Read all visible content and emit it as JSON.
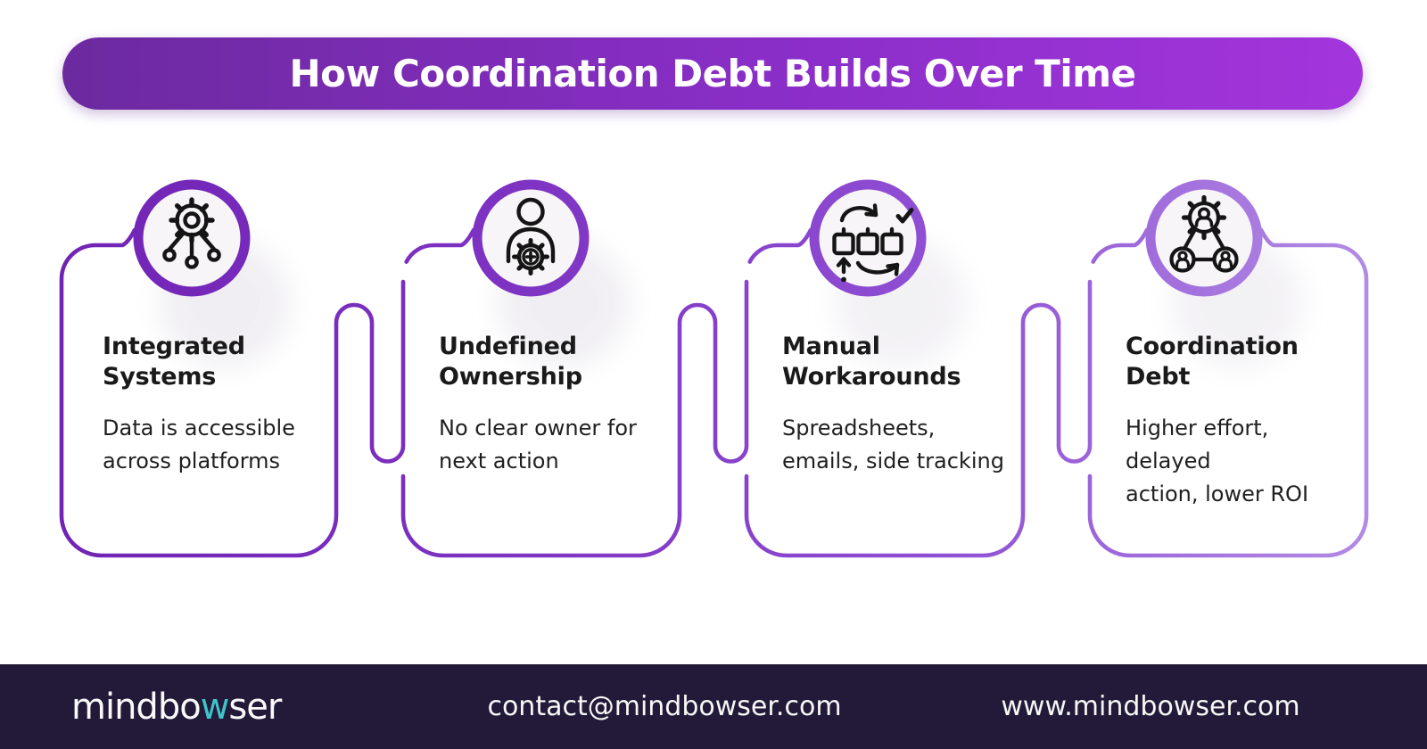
{
  "header": {
    "title": "How Coordination Debt Builds Over Time"
  },
  "cards": [
    {
      "icon": "gear-network-icon",
      "title_lines": [
        "Integrated",
        "Systems"
      ],
      "desc_lines": [
        "Data is accessible",
        "across platforms"
      ]
    },
    {
      "icon": "user-gear-plus-icon",
      "title_lines": [
        "Undefined",
        "Ownership"
      ],
      "desc_lines": [
        "No clear owner for",
        "next action"
      ]
    },
    {
      "icon": "process-loop-icon",
      "title_lines": [
        "Manual",
        "Workarounds"
      ],
      "desc_lines": [
        "Spreadsheets,",
        "emails, side tracking"
      ]
    },
    {
      "icon": "team-gear-icon",
      "title_lines": [
        "Coordination",
        "Debt"
      ],
      "desc_lines": [
        "Higher effort, delayed",
        "action, lower ROI"
      ]
    }
  ],
  "footer": {
    "logo_part1": "mindbo",
    "logo_accent": "w",
    "logo_part2": "ser",
    "contact_email": "contact@mindbowser.com",
    "website": "www.mindbowser.com"
  },
  "colors": {
    "header_gradient_start": "#6C2A9F",
    "header_gradient_end": "#A335DC",
    "link_gradient": [
      "#7123B4",
      "#7E33C3",
      "#9050D4",
      "#B28BE4"
    ],
    "icon_stroke": "#151515",
    "circle_fill": "#F7F5F7",
    "footer_bg": "#221A38",
    "logo_accent": "#3EC4C9",
    "text_dark": "#1A1A1A"
  }
}
